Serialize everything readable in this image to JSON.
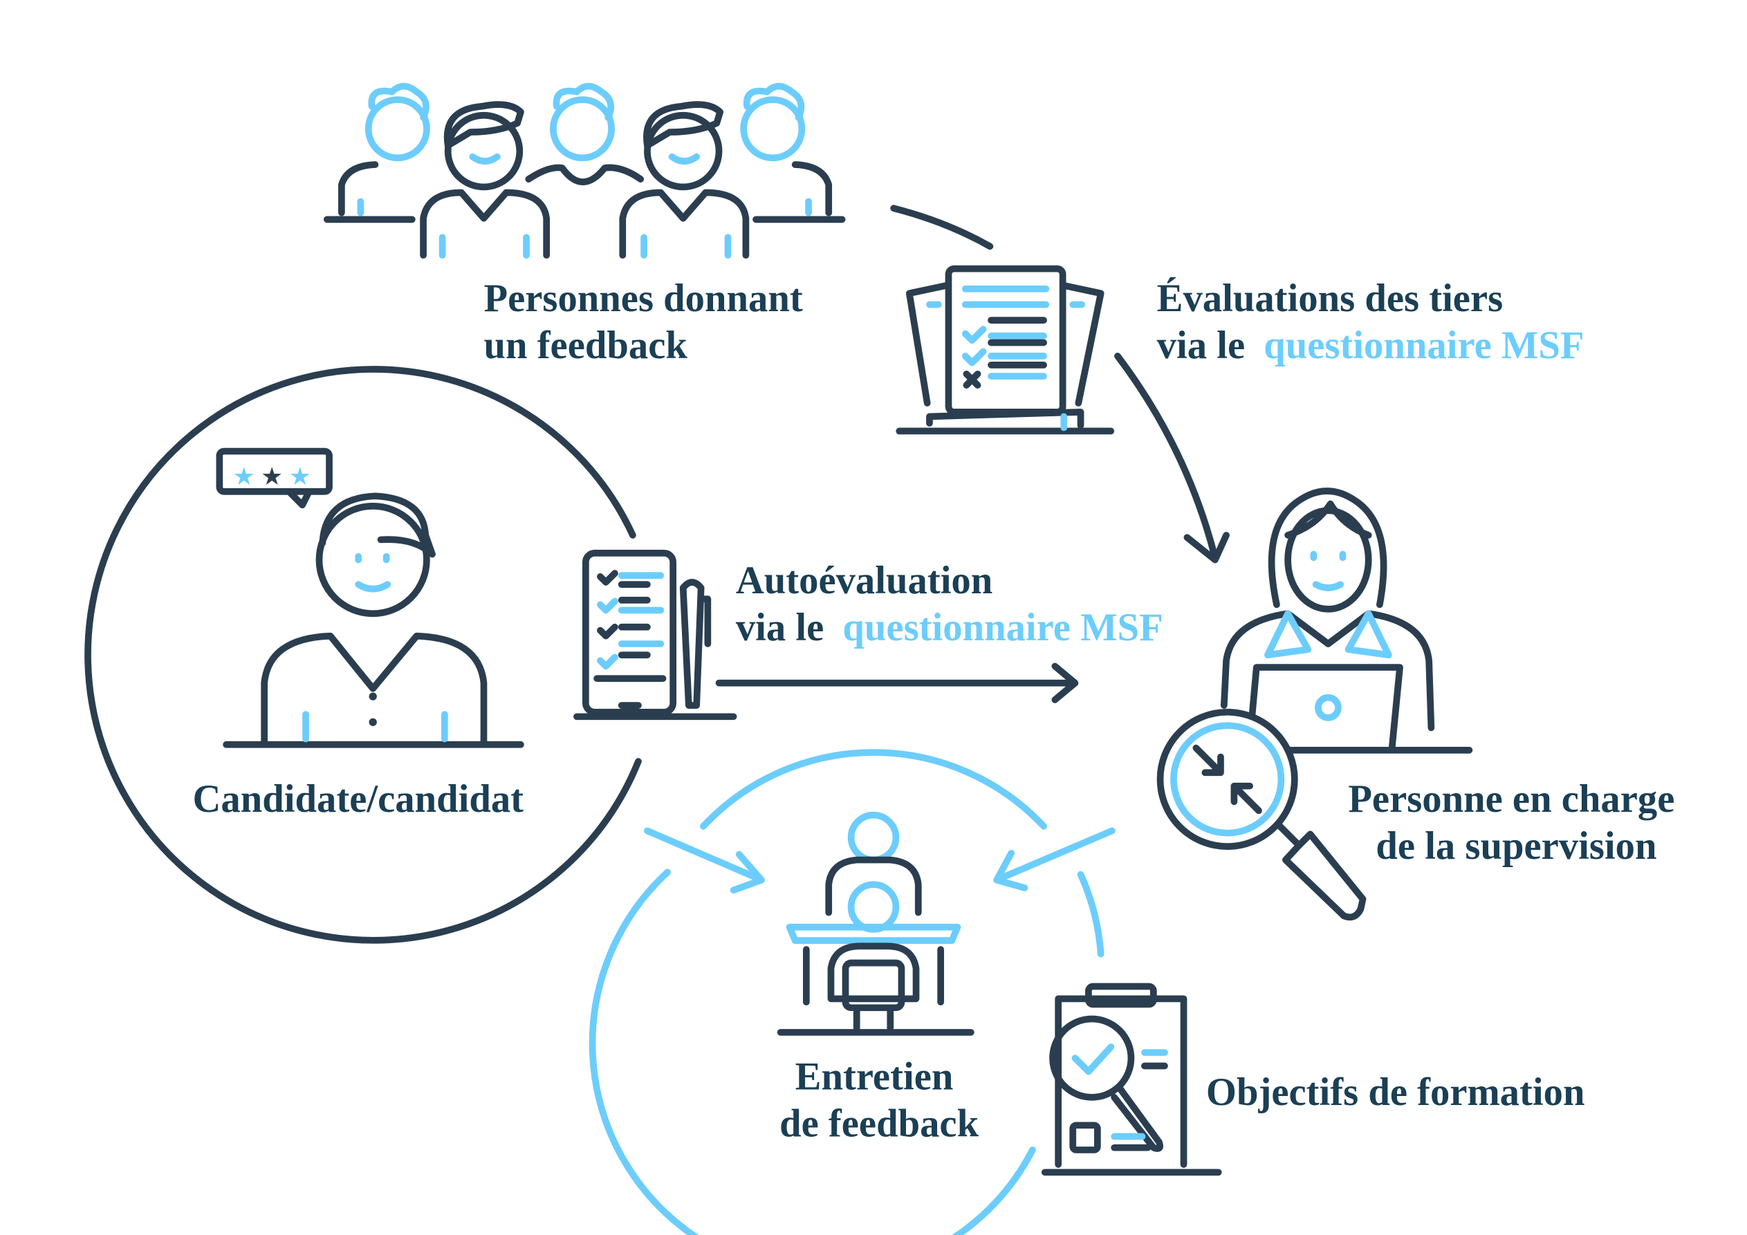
{
  "colors": {
    "dark": "#2b3e50",
    "text": "#1b3f55",
    "accent": "#6ccdfc"
  },
  "labels": {
    "feedback_givers": [
      "Personnes donnant",
      "un feedback"
    ],
    "third_party_eval": {
      "line1": "Évaluations des tiers",
      "line2_prefix": "via le ",
      "line2_highlight": "questionnaire MSF"
    },
    "self_eval": {
      "line1": "Autoévaluation",
      "line2_prefix": "via le ",
      "line2_highlight": "questionnaire MSF"
    },
    "candidate": "Candidate/candidat",
    "supervisor": [
      "Personne en charge",
      "de la supervision"
    ],
    "interview": [
      "Entretien",
      "de feedback"
    ],
    "objectives": "Objectifs de formation"
  }
}
